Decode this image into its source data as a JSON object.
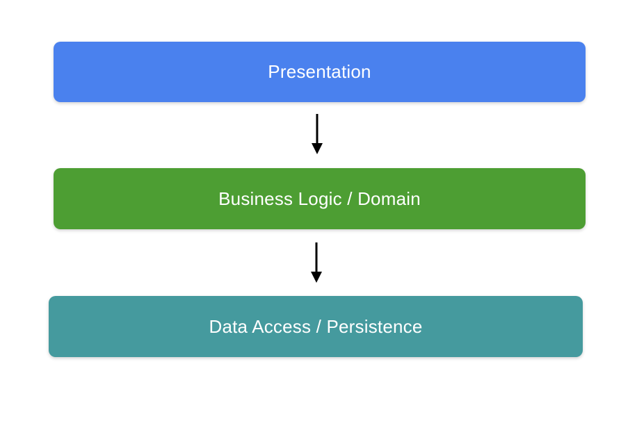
{
  "diagram": {
    "layers": [
      {
        "label": "Presentation",
        "color": "#4a81ee"
      },
      {
        "label": "Business Logic / Domain",
        "color": "#4d9e33"
      },
      {
        "label": "Data Access / Persistence",
        "color": "#459a9e"
      }
    ],
    "text_color": "#ffffff",
    "arrow_color": "#000000",
    "background_color": "#ffffff"
  }
}
